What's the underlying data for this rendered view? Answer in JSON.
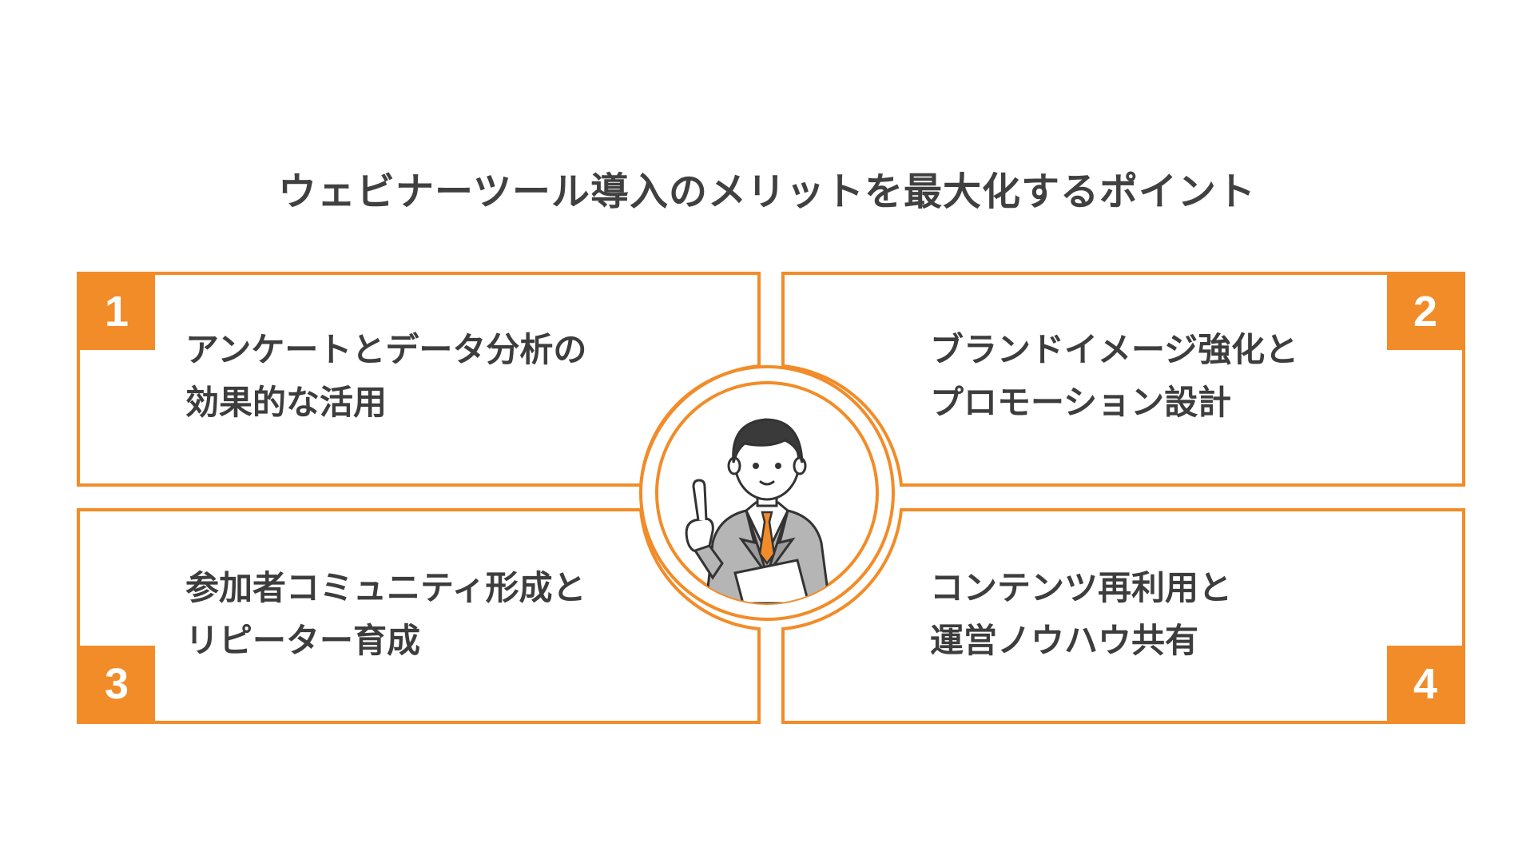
{
  "title": "ウェビナーツール導入のメリットを最大化するポイント",
  "accent_color": "#f28c28",
  "text_color": "#3d3d3d",
  "points": [
    {
      "number": "1",
      "lines": [
        "アンケートとデータ分析の",
        "効果的な活用"
      ]
    },
    {
      "number": "2",
      "lines": [
        "ブランドイメージ強化と",
        "プロモーション設計"
      ]
    },
    {
      "number": "3",
      "lines": [
        "参加者コミュニティ形成と",
        "リピーター育成"
      ]
    },
    {
      "number": "4",
      "lines": [
        "コンテンツ再利用と",
        "運営ノウハウ共有"
      ]
    }
  ],
  "center_icon": "businessman-pointing-icon"
}
